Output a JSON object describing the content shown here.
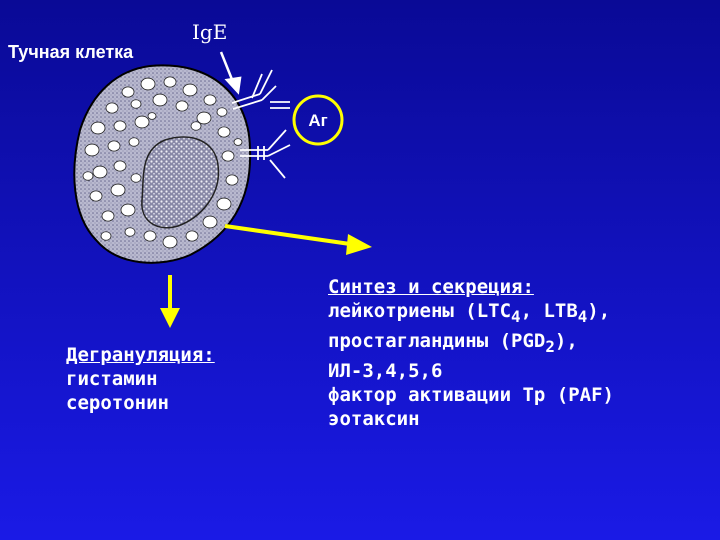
{
  "labels": {
    "cell": "Тучная клетка",
    "ige": "IgE",
    "antigen": "Аг"
  },
  "degranulation": {
    "title": "Дегрануляция:",
    "items": [
      "гистамин",
      "серотонин"
    ]
  },
  "synthesis": {
    "title": "Синтез и секреция:",
    "items": [
      {
        "main": "лейкотриены (LTC",
        "sub1": "4",
        "mid": ", LTB",
        "sub2": "4",
        "end": "),"
      },
      {
        "main": "простагландины (PGD",
        "sub1": "2",
        "end": "),"
      },
      {
        "main": "ИЛ-3,4,5,6"
      },
      {
        "main": "фактор активации Тр (PAF)"
      },
      {
        "main": "эотаксин"
      }
    ]
  },
  "colors": {
    "background_top": "#0a0a96",
    "background_bottom": "#1a1ae6",
    "arrow": "#ffff00",
    "text": "#ffffff",
    "cell_fill": "#c8c8d8",
    "antigen_ring": "#ffff00"
  }
}
